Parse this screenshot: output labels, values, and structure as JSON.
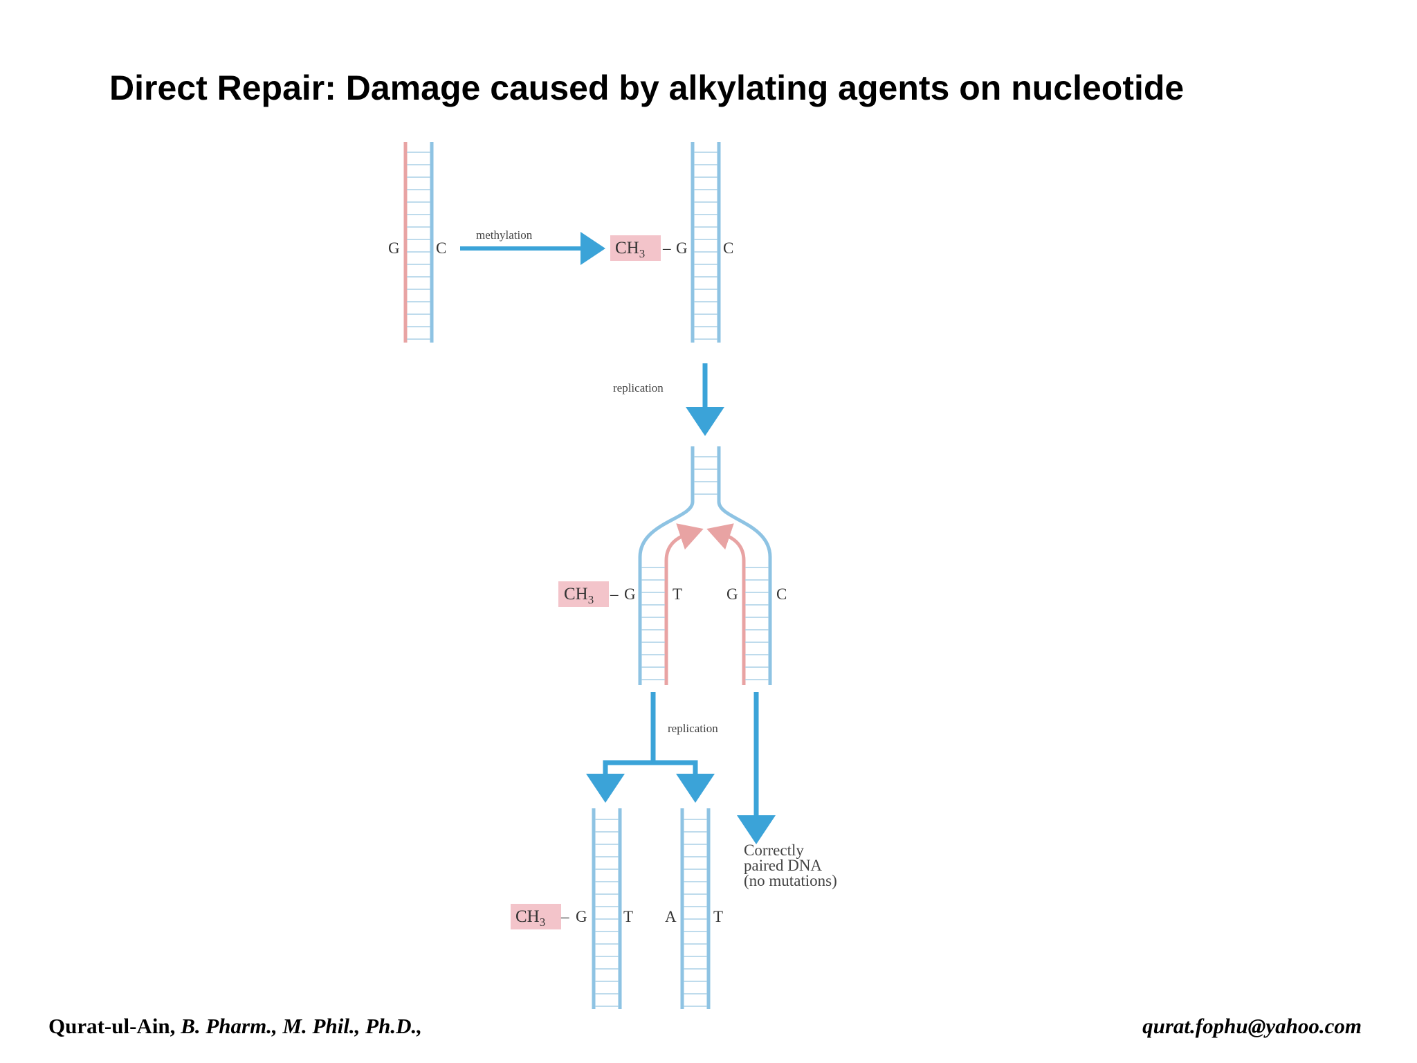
{
  "slide": {
    "title": "Direct Repair: Damage caused by alkylating agents on nucleotide"
  },
  "diagram": {
    "colors": {
      "parent_strand": "#e8a3a3",
      "new_strand": "#8ec3e3",
      "arrow": "#3ba3d8",
      "ch3_box": "#f3c4ca"
    },
    "step1": {
      "left_base": "G",
      "right_base": "C",
      "arrow_label": "methylation"
    },
    "step2": {
      "ch3": "CH",
      "ch3_sub": "3",
      "left_base": "G",
      "right_base": "C"
    },
    "replication_label_1": "replication",
    "step3": {
      "ch3": "CH",
      "ch3_sub": "3",
      "bases": [
        "G",
        "T",
        "G",
        "C"
      ]
    },
    "replication_label_2": "replication",
    "step4": {
      "ch3": "CH",
      "ch3_sub": "3",
      "bases": [
        "G",
        "T",
        "A",
        "T"
      ]
    },
    "outcome_note": [
      "Correctly",
      "paired DNA",
      "(no mutations)"
    ]
  },
  "footer": {
    "author_name": "Qurat-ul-Ain,",
    "author_degrees": "B. Pharm., M. Phil., Ph.D.,",
    "email": "qurat.fophu@yahoo.com"
  }
}
